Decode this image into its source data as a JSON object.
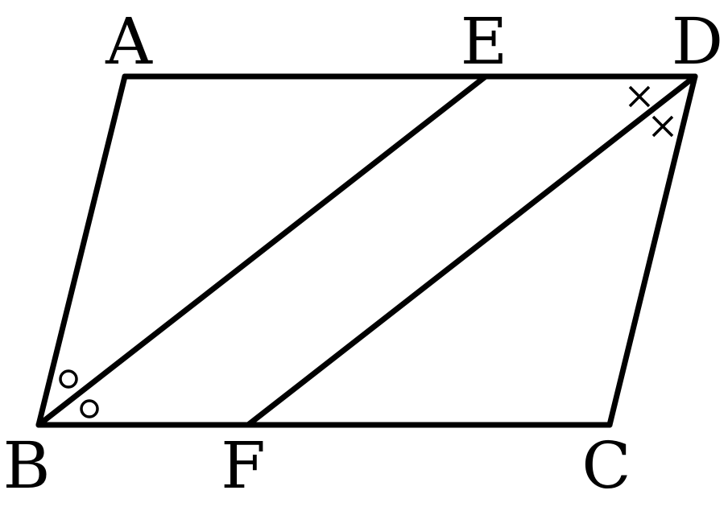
{
  "figure": {
    "vertices": {
      "A": "A",
      "B": "B",
      "C": "C",
      "D": "D",
      "E": "E",
      "F": "F"
    },
    "angle_marks": {
      "at_B": "circle",
      "at_D": "cross"
    },
    "colors": {
      "stroke": "#000000",
      "background": "#ffffff"
    }
  }
}
